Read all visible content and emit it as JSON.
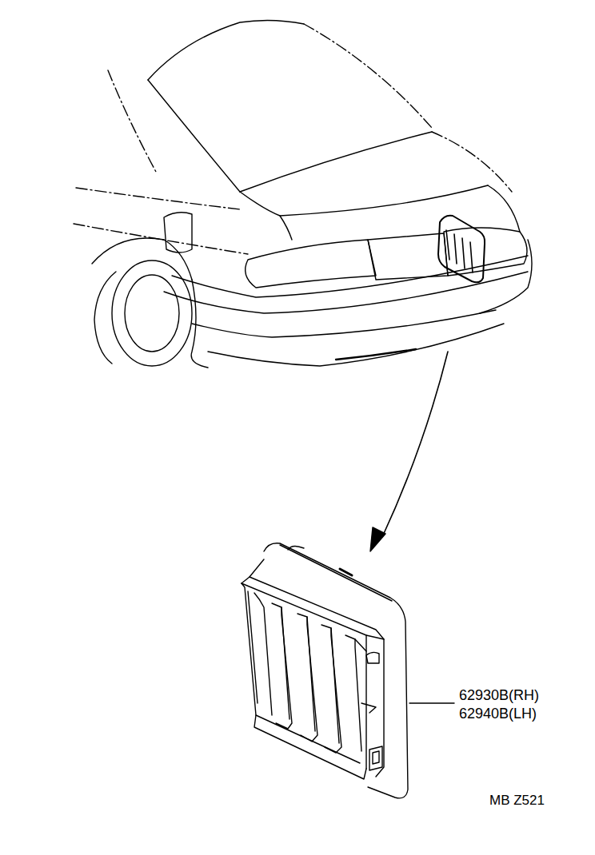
{
  "diagram": {
    "labels": [
      "62930B(RH)",
      "62940B(LH)",
      "MB Z521"
    ]
  }
}
